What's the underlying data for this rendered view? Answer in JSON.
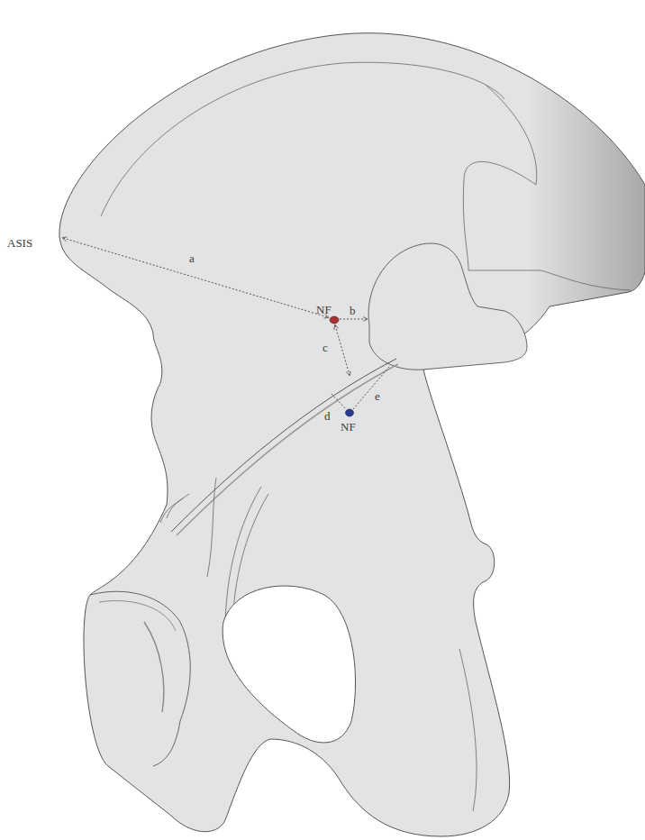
{
  "diagram": {
    "labels": [
      "ASIS",
      "a",
      "NF",
      "b",
      "c",
      "d",
      "e",
      "NF"
    ]
  }
}
